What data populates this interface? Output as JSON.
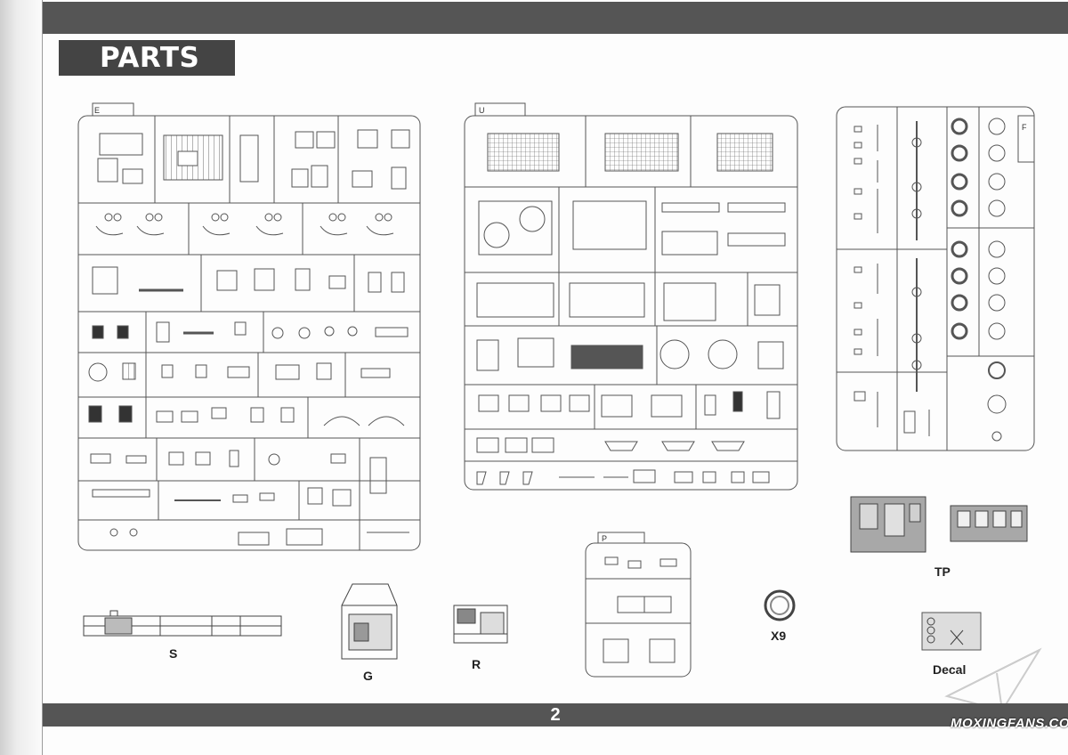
{
  "header": {
    "title": "PARTS"
  },
  "footer": {
    "page_number": "2"
  },
  "sprues": [
    {
      "id": "E",
      "label": "E"
    },
    {
      "id": "U",
      "label": "U"
    },
    {
      "id": "F",
      "label": "F"
    },
    {
      "id": "P",
      "label": "P"
    }
  ],
  "parts": {
    "S": "S",
    "G": "G",
    "R": "R",
    "X9": "X9",
    "TP": "TP",
    "Decal": "Decal"
  },
  "watermark": "MOXINGFANS.COM"
}
